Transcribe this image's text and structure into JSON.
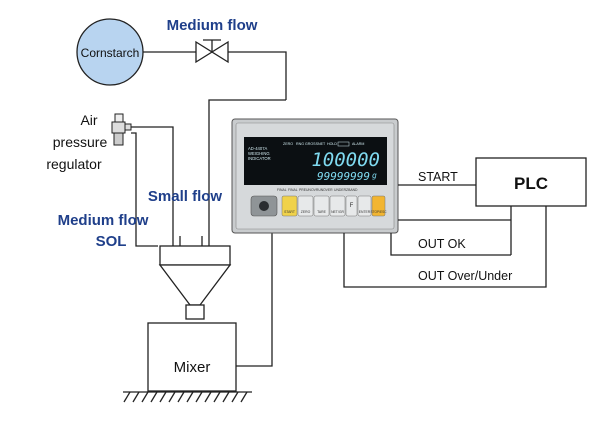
{
  "source": {
    "label": "Cornstarch"
  },
  "flows": {
    "top_valve": "Medium flow",
    "small": "Small flow",
    "medium_sol_line1": "Medium flow",
    "medium_sol_line2": "SOL"
  },
  "regulator": {
    "line1": "Air",
    "line2": "pressure",
    "line3": "regulator"
  },
  "mixer": {
    "label": "Mixer"
  },
  "plc": {
    "label": "PLC"
  },
  "signals": {
    "start": "START",
    "ok": "OUT OK",
    "over_under": "OUT Over/Under"
  },
  "indicator": {
    "model_line1": "AD-4407A",
    "model_line2": "WEIGHING",
    "model_line3": "INDICATOR",
    "status_labels": [
      "ZERO",
      "RNG",
      "GROSS",
      "NET",
      "HOLD",
      "",
      "ALARM"
    ],
    "main_value": "100000",
    "sub_value": "99999999",
    "sub_unit": "g",
    "bottom_labels": [
      "FINAL",
      "FINAL",
      "PREUN",
      "OVRUN",
      "OVER",
      "UNDER",
      "ZBAND"
    ],
    "keys": [
      "START",
      "ZERO",
      "TARE",
      "NET/GR",
      "F",
      "ENTER",
      "STOP/ESC"
    ],
    "colors": {
      "panel": "#c9ccce",
      "display": "#0b0f12",
      "segment": "#7fdaf0",
      "key_orange": "#f2b531",
      "key_green": "#f0d24a"
    }
  },
  "colors": {
    "accent_blue": "#1f3f8a",
    "line": "#222222",
    "source_fill": "#b8d4f0"
  }
}
